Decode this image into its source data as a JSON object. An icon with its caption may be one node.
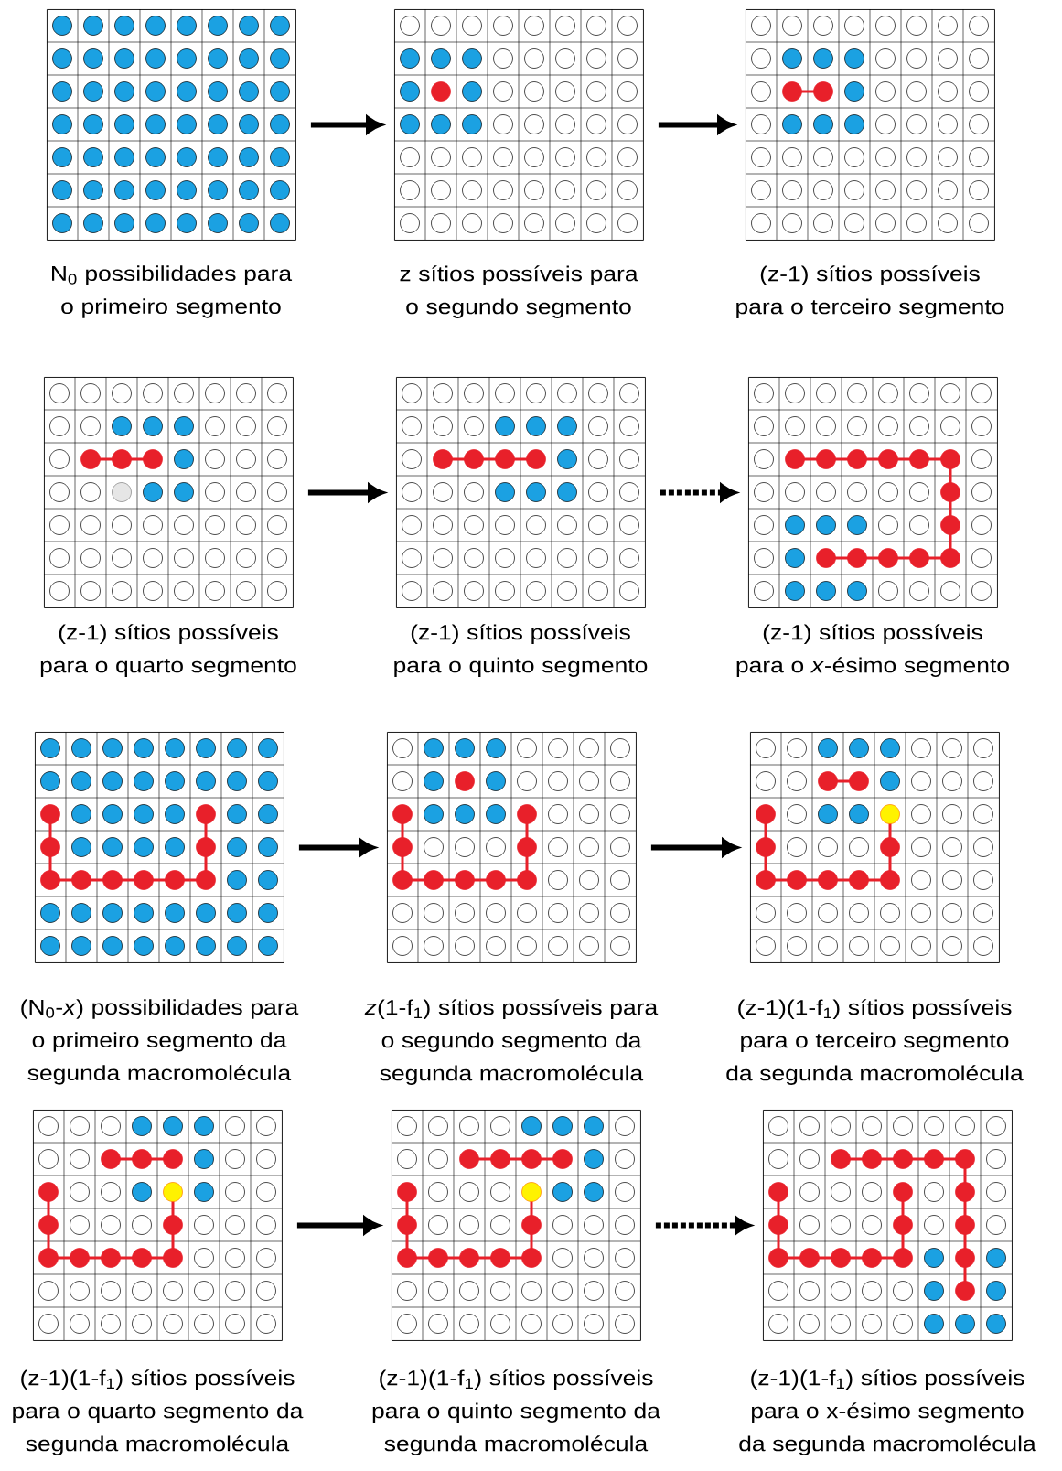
{
  "diagram": {
    "nodes": [
      {
        "text": [
          "N$_{0}$ possibilidades para o primeiro segmento"
        ]
      },
      {
        "text": [
          "z sítios possíveis para o segundo segmento"
        ]
      },
      {
        "text": [
          "(z-1) sítios possíveis para o terceiro segmento"
        ]
      },
      {
        "text": [
          "(z-1) sítios possíveis para o quarto segmento"
        ]
      },
      {
        "text": [
          "(z-1) sítios possíveis para o quinto segmento"
        ]
      },
      {
        "text": [
          "(z-1) sítios possíveis para o *x*-ésimo segmento"
        ]
      },
      {
        "text": [
          "(N$_{0}$-*x*) possibilidades para o primeiro segmento da segunda macromolécula"
        ]
      },
      {
        "text": [
          "*z*(1-f$_{1}$) sítios possíveis para o segundo segmento da segunda macromolécula"
        ]
      },
      {
        "text": [
          "(z-1)(1-f$_{1}$) sítios possíveis para o terceiro segmento da segunda macromolécula"
        ]
      },
      {
        "text": [
          "(z-1)(1-f$_{1}$) sítios possíveis para o quarto segmento da segunda macromolécula"
        ]
      },
      {
        "text": [
          "(z-1)(1-f$_{1}$) sítios possíveis para o quinto segmento da segunda macromolécula"
        ]
      },
      {
        "text": [
          "(z-1)(1-f$_{1}$) sítios possíveis para o x-ésimo segmento da segunda macromolécula"
        ]
      }
    ],
    "edges": [
      {
        "from": 0,
        "to": 1,
        "arrow": "to"
      },
      {
        "from": 1,
        "to": 2,
        "arrow": "to"
      },
      {
        "from": 3,
        "to": 4,
        "arrow": "to"
      },
      {
        "from": 4,
        "to": 5,
        "arrow": "to",
        "style": "dashed"
      },
      {
        "from": 6,
        "to": 7,
        "arrow": "to"
      },
      {
        "from": 7,
        "to": 8,
        "arrow": "to"
      },
      {
        "from": 9,
        "to": 10,
        "arrow": "to"
      },
      {
        "from": 10,
        "to": 11,
        "arrow": "to",
        "style": "dashed"
      }
    ]
  }
}
